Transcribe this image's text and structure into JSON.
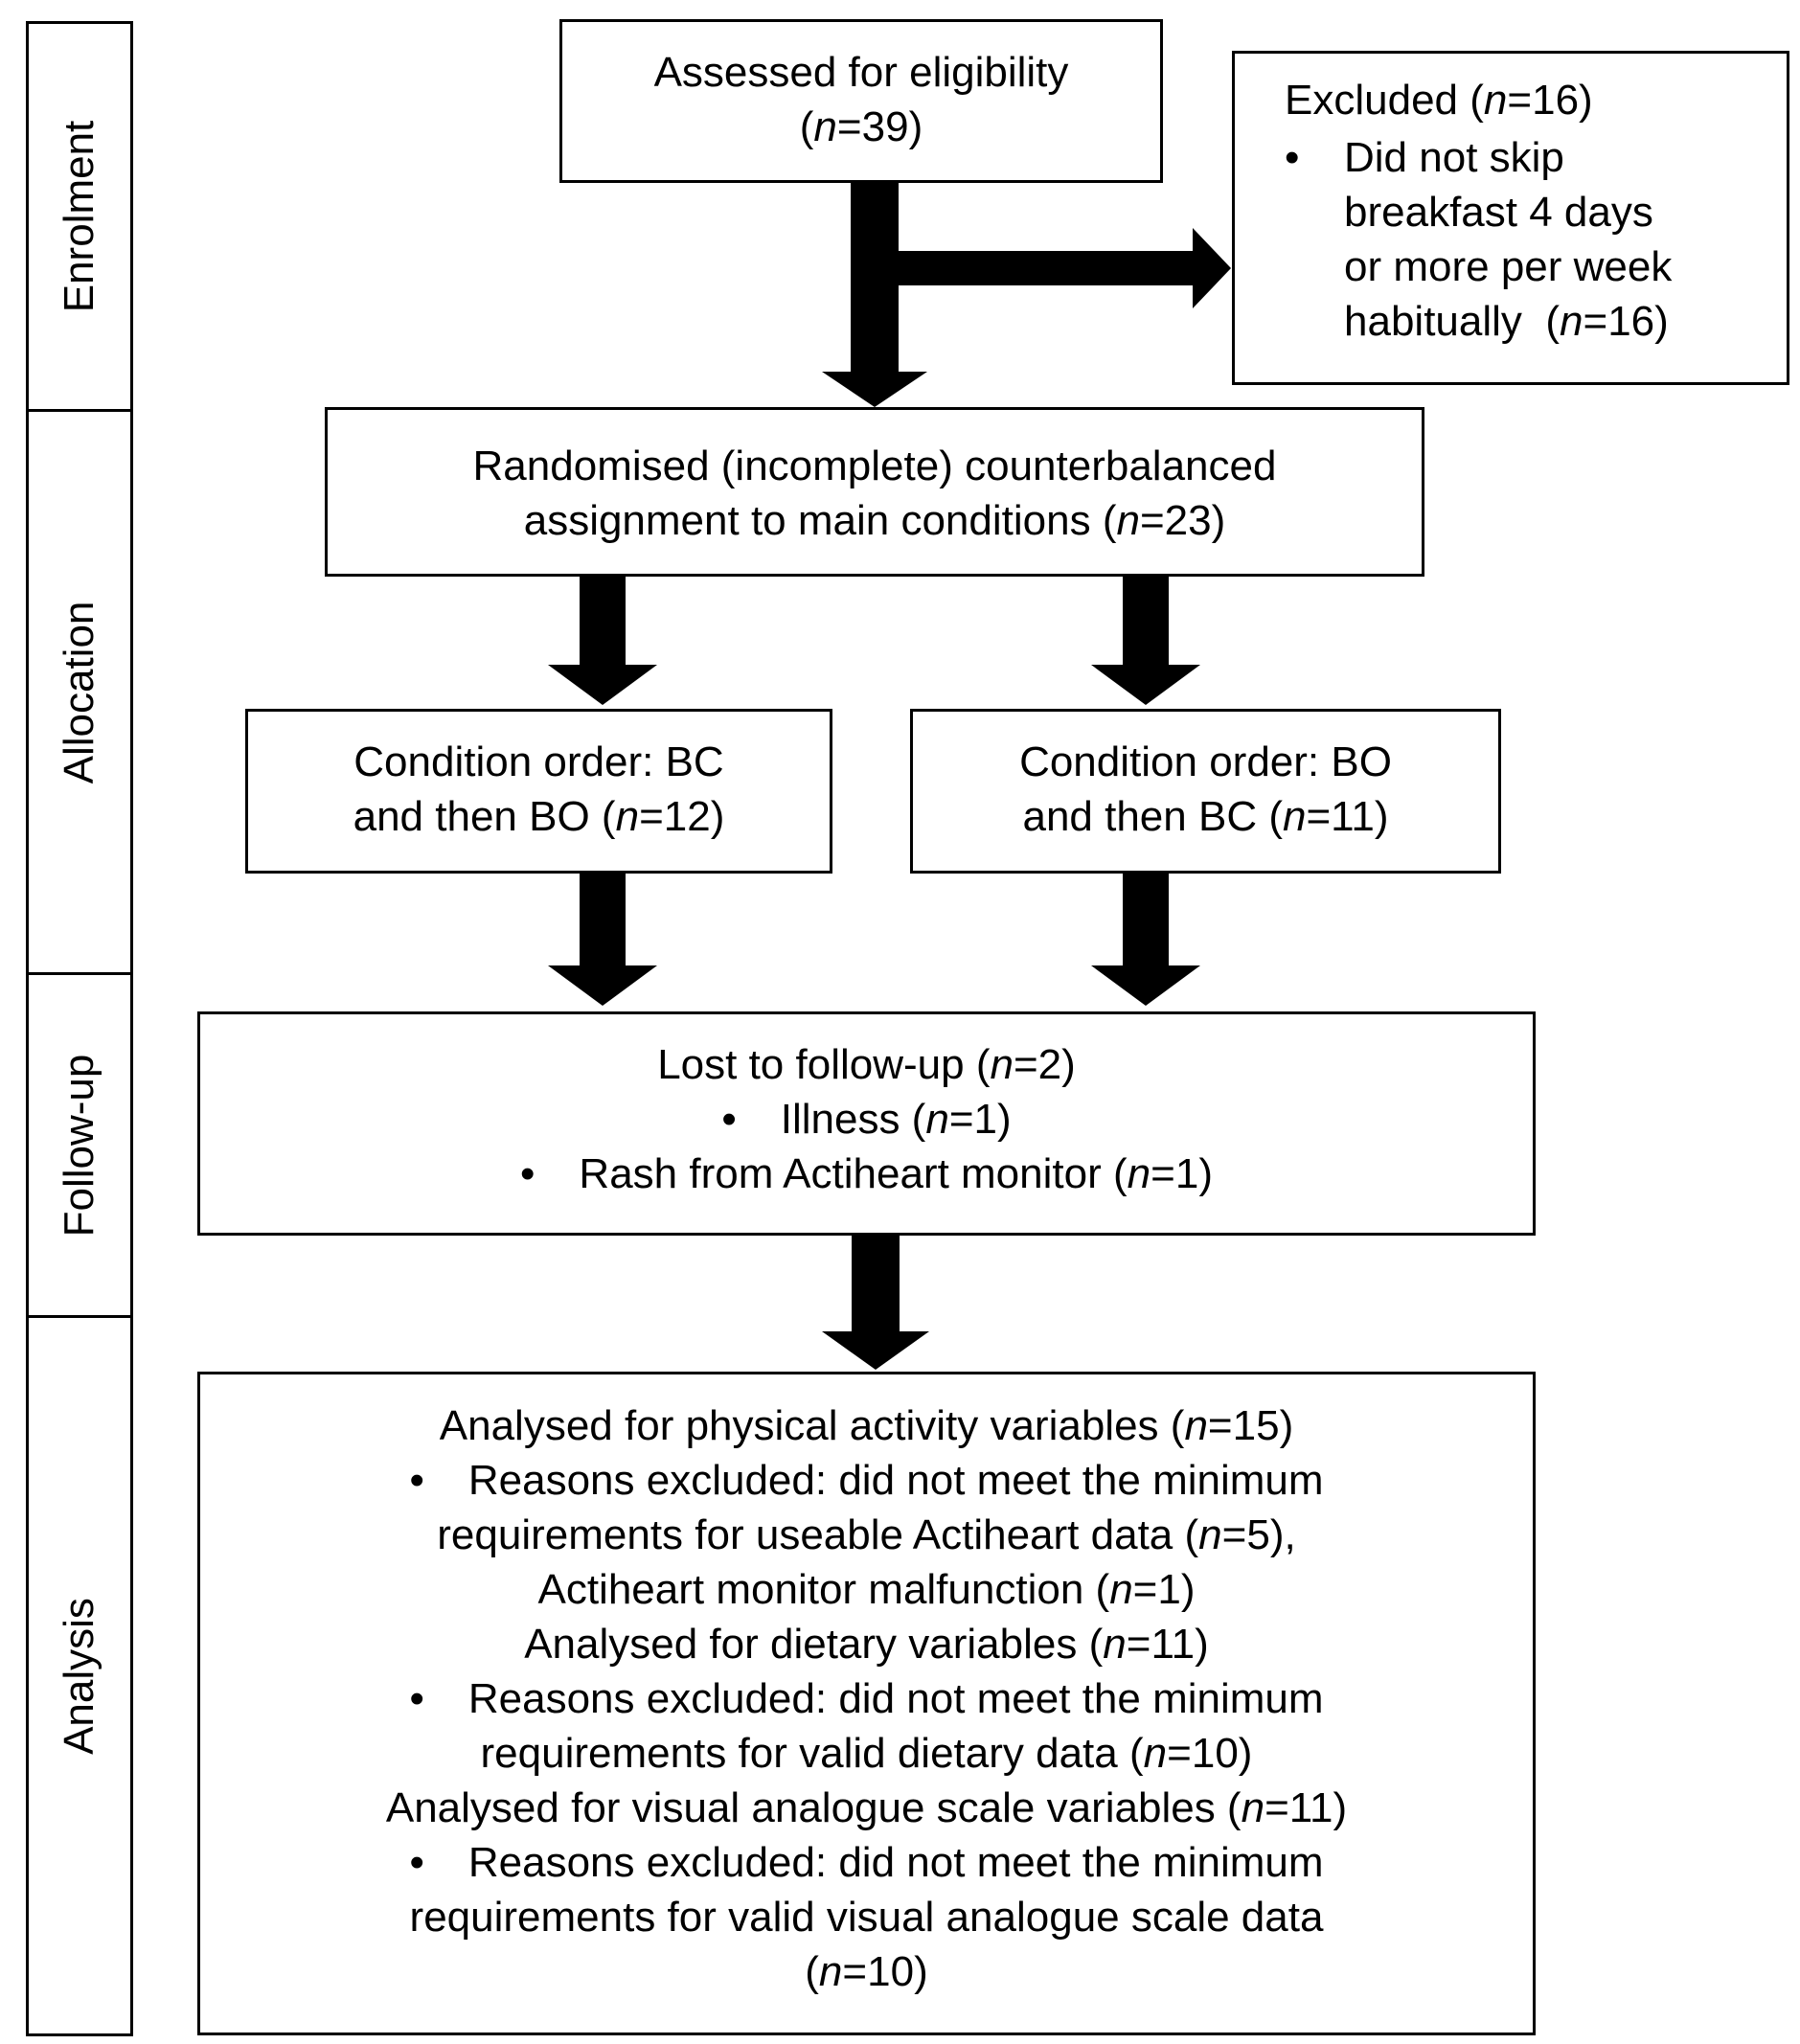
{
  "stages": [
    {
      "label": "Enrolment"
    },
    {
      "label": "Allocation"
    },
    {
      "label": "Follow-up"
    },
    {
      "label": "Analysis"
    }
  ],
  "assessed": {
    "text": "Assessed for eligibility",
    "n": "39"
  },
  "excluded": {
    "title": "Excluded",
    "n": "16",
    "reason_lines": [
      "Did not skip",
      "breakfast 4 days",
      "or more per week",
      "habitually"
    ],
    "reason_n": "16"
  },
  "randomised": {
    "line1": "Randomised (incomplete) counterbalanced",
    "line2": "assignment to main conditions",
    "n": "23"
  },
  "condition_bc": {
    "line1": "Condition order: BC",
    "line2": "and then BO",
    "n": "12"
  },
  "condition_bo": {
    "line1": "Condition order: BO",
    "line2": "and then BC",
    "n": "11"
  },
  "followup": {
    "title": "Lost to follow-up",
    "n": "2",
    "items": [
      {
        "text": "Illness",
        "n": "1"
      },
      {
        "text": "Rash from Actiheart monitor",
        "n": "1"
      }
    ]
  },
  "analysis": {
    "pa_title": "Analysed for physical activity variables",
    "pa_n": "15",
    "pa_reason_line1": "Reasons excluded: did not meet the minimum",
    "pa_reason_line2": "requirements for useable Actiheart data",
    "pa_reason_n1": "5",
    "pa_reason_line3": "Actiheart monitor malfunction",
    "pa_reason_n2": "1",
    "diet_title": "Analysed for dietary variables",
    "diet_n": "11",
    "diet_reason_line1": "Reasons excluded: did not meet the minimum",
    "diet_reason_line2": "requirements for valid dietary data",
    "diet_reason_n": "10",
    "vas_title": "Analysed for visual analogue scale variables",
    "vas_n": "11",
    "vas_reason_line1": "Reasons excluded: did not meet the minimum",
    "vas_reason_line2": "requirements for valid visual analogue scale data",
    "vas_reason_n": "10"
  }
}
